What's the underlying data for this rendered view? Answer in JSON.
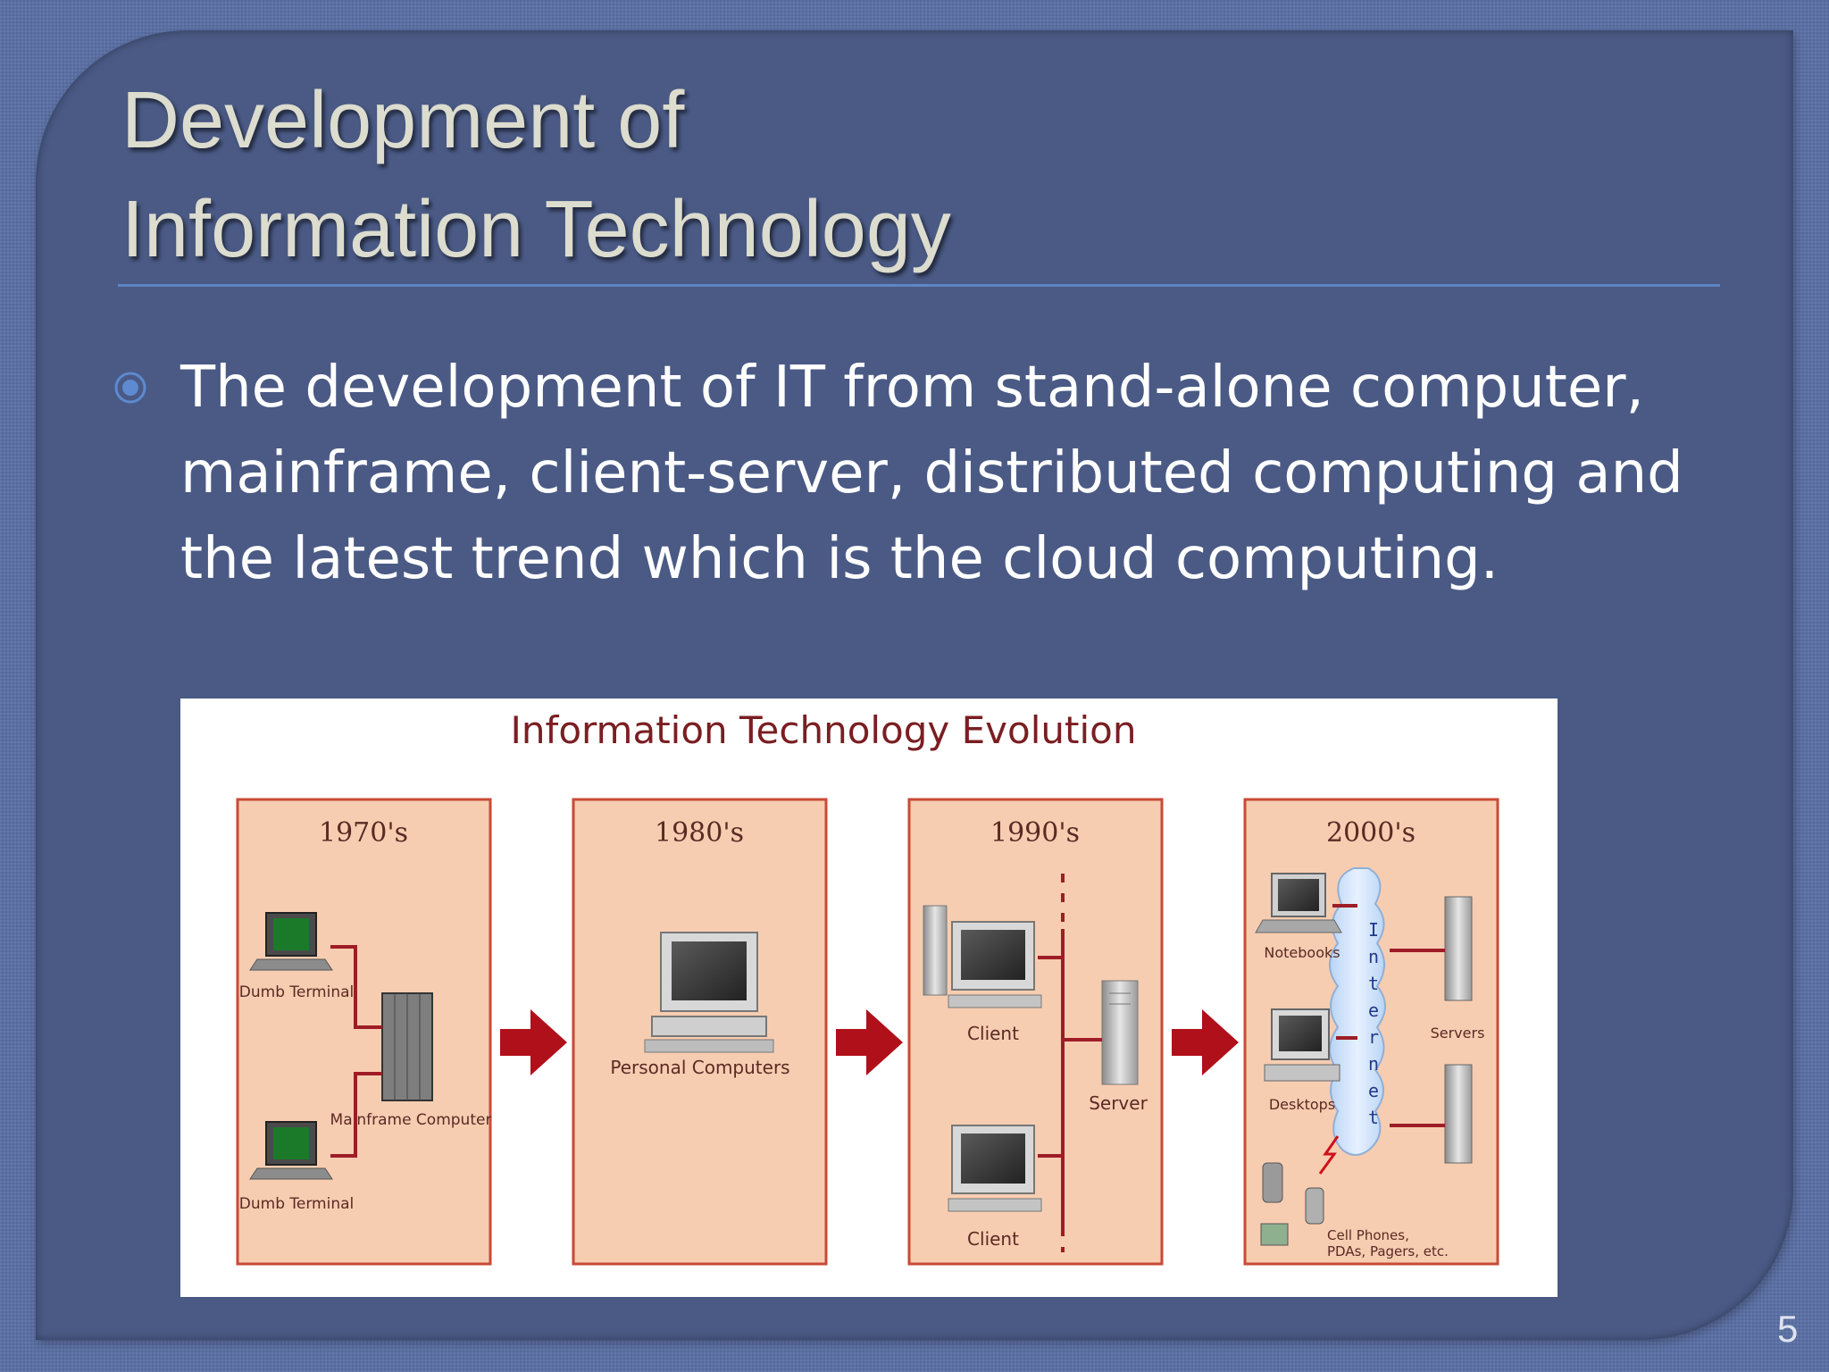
{
  "slide": {
    "title_line1": "Development of",
    "title_line2": "Information Technology",
    "bullet": "The development of IT from stand-alone computer, mainframe, client-server, distributed computing and the latest trend which is the cloud computing.",
    "page_number": "5"
  },
  "figure": {
    "title": "Information Technology Evolution",
    "decades": [
      "1970's",
      "1980's",
      "1990's",
      "2000's"
    ],
    "labels": {
      "dumb_terminal": "Dumb Terminal",
      "mainframe": "Mainframe Computer",
      "personal_computers": "Personal Computers",
      "client": "Client",
      "server": "Server",
      "notebooks": "Notebooks",
      "desktops": "Desktops",
      "servers": "Servers",
      "internet": "Internet",
      "cell_phones_l1": "Cell Phones,",
      "cell_phones_l2": "PDAs, Pagers, etc."
    },
    "colors": {
      "panel_fill": "#f7cdb1",
      "panel_border": "#c94a36",
      "arrow": "#b0101a",
      "line": "#9e1d27"
    }
  }
}
